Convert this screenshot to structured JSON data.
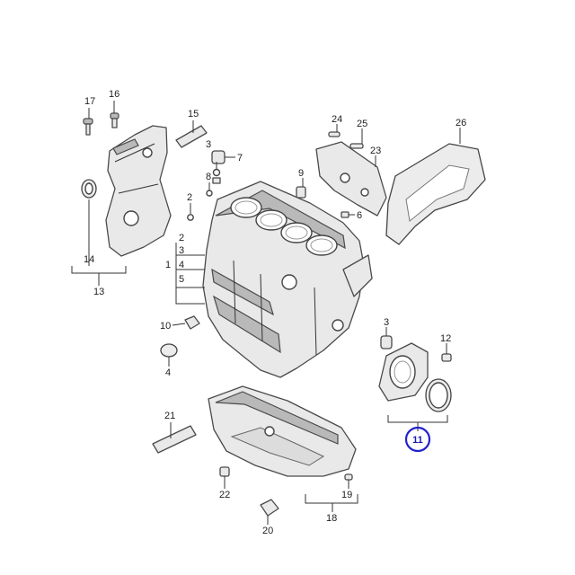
{
  "callouts": [
    {
      "id": "c1",
      "label": "1"
    },
    {
      "id": "c2a",
      "label": "2"
    },
    {
      "id": "c2b",
      "label": "2"
    },
    {
      "id": "c3a",
      "label": "3"
    },
    {
      "id": "c3b",
      "label": "3"
    },
    {
      "id": "c4a",
      "label": "4"
    },
    {
      "id": "c4b",
      "label": "4"
    },
    {
      "id": "c5a",
      "label": "5"
    },
    {
      "id": "c5b",
      "label": "5"
    },
    {
      "id": "c6",
      "label": "6"
    },
    {
      "id": "c7",
      "label": "7"
    },
    {
      "id": "c8",
      "label": "8"
    },
    {
      "id": "c9",
      "label": "9"
    },
    {
      "id": "c10",
      "label": "10"
    },
    {
      "id": "c11",
      "label": "11"
    },
    {
      "id": "c12",
      "label": "12"
    },
    {
      "id": "c13",
      "label": "13"
    },
    {
      "id": "c14",
      "label": "14"
    },
    {
      "id": "c15",
      "label": "15"
    },
    {
      "id": "c16",
      "label": "16"
    },
    {
      "id": "c17",
      "label": "17"
    },
    {
      "id": "c18",
      "label": "18"
    },
    {
      "id": "c19",
      "label": "19"
    },
    {
      "id": "c20",
      "label": "20"
    },
    {
      "id": "c21",
      "label": "21"
    },
    {
      "id": "c22",
      "label": "22"
    },
    {
      "id": "c23",
      "label": "23"
    },
    {
      "id": "c24",
      "label": "24"
    },
    {
      "id": "c25",
      "label": "25"
    },
    {
      "id": "c26",
      "label": "26"
    }
  ],
  "highlight": {
    "label": "11",
    "color": "#2222cc"
  }
}
